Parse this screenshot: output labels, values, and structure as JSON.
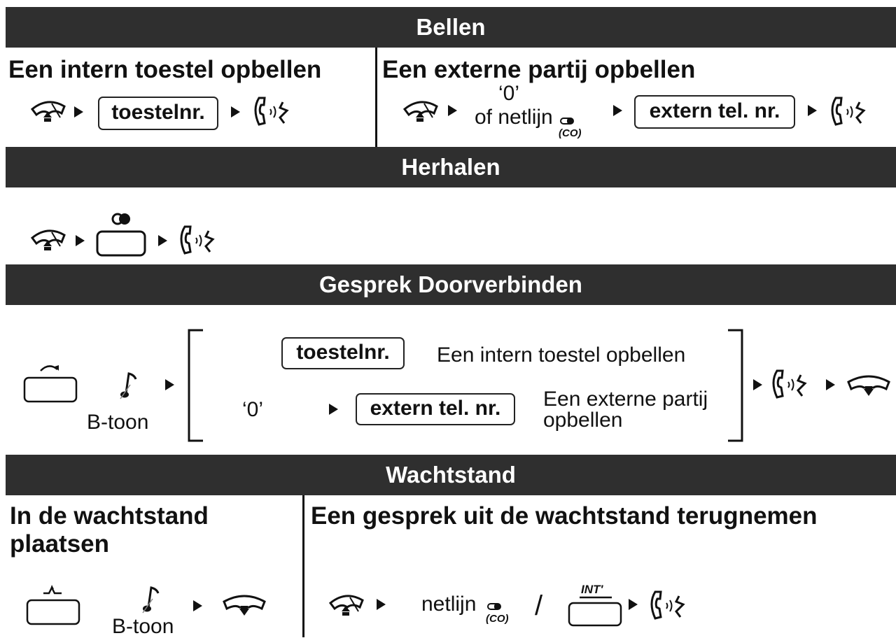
{
  "sections": {
    "bellen": {
      "title": "Bellen",
      "intern": {
        "heading": "Een intern toestel opbellen",
        "key": "toestelnr."
      },
      "extern": {
        "heading": "Een externe partij opbellen",
        "zero": "‘0’",
        "or_line": "of netlijn",
        "co": "(CO)",
        "key": "extern tel. nr."
      }
    },
    "herhalen": {
      "title": "Herhalen"
    },
    "doorverbinden": {
      "title": "Gesprek Doorverbinden",
      "tone": "B-toon",
      "option1": {
        "key": "toestelnr.",
        "label": "Een intern toestel opbellen"
      },
      "option2": {
        "zero": "‘0’",
        "key": "extern tel. nr.",
        "label_line1": "Een externe partij",
        "label_line2": "opbellen"
      }
    },
    "wachtstand": {
      "title": "Wachtstand",
      "place": {
        "heading_line1": "In de wachtstand",
        "heading_line2": "plaatsen",
        "tone": "B-toon"
      },
      "retrieve": {
        "heading": "Een gesprek uit de wachtstand terugnemen",
        "line": "netlijn",
        "co": "(CO)",
        "slash": "/",
        "int_label": "INT'"
      }
    }
  },
  "icons": [
    "off-hook-icon",
    "arrow-icon",
    "talk-icon",
    "on-hook-icon",
    "redial-icon",
    "transfer-icon",
    "tone-icon",
    "hold-icon",
    "co-line-icon",
    "int-key-icon"
  ]
}
